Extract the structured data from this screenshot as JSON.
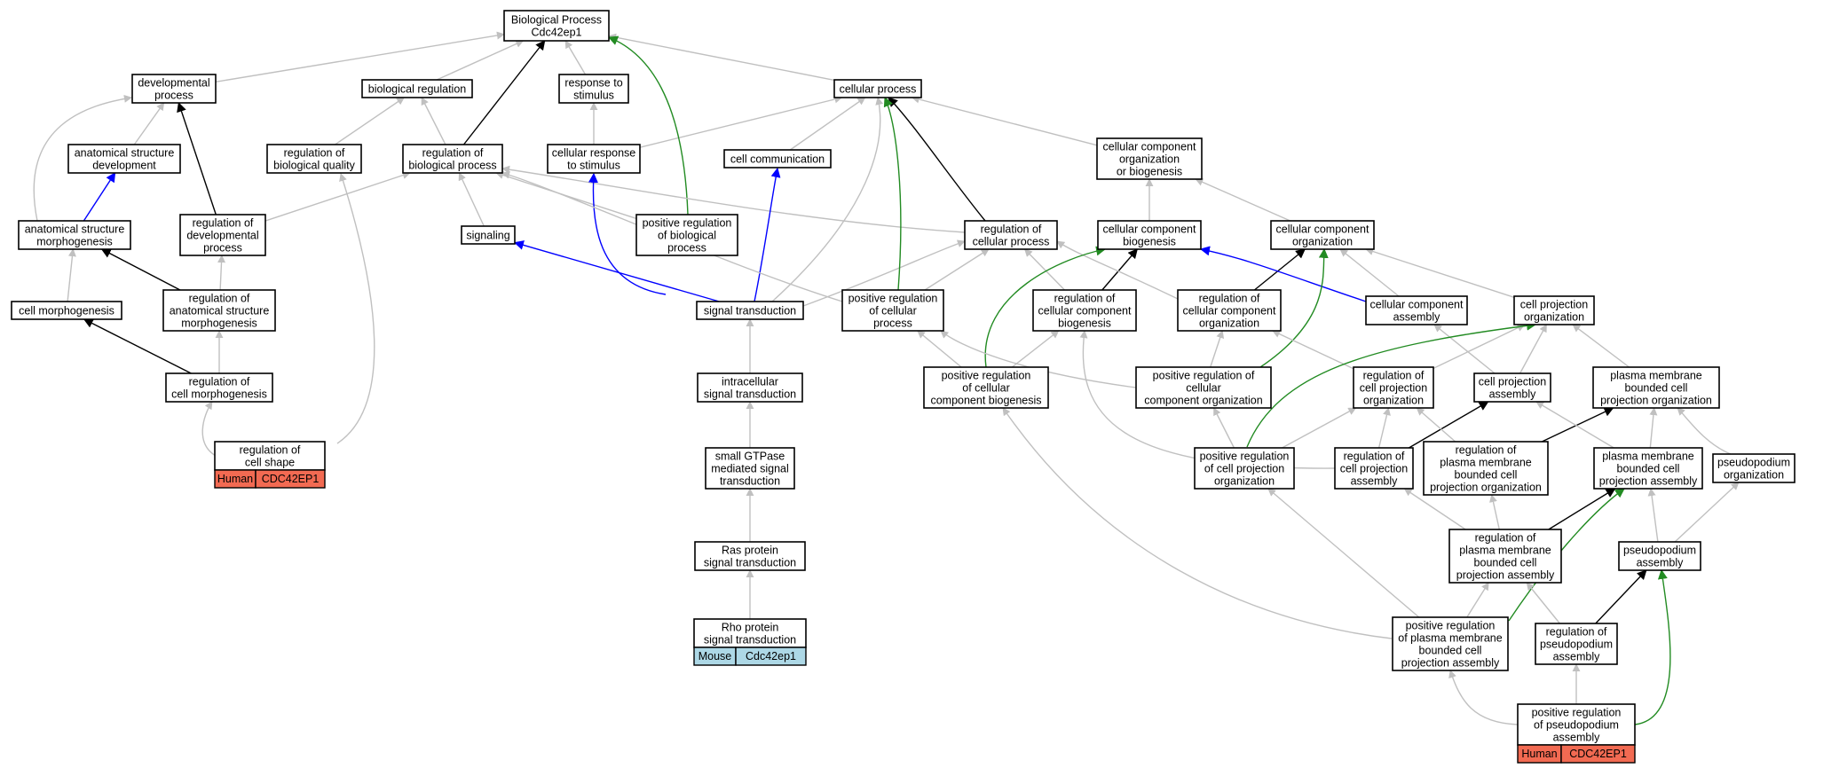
{
  "colors": {
    "is_a": "#c0c0c0",
    "part_of": "#000000",
    "regulates": "#0000ff",
    "positively_regulates": "#228b22",
    "human_tag": "#f26a52",
    "mouse_tag": "#add8e6"
  },
  "nodes": {
    "bp": {
      "lines": [
        "Biological Process",
        "Cdc42ep1"
      ]
    },
    "dev": {
      "lines": [
        "developmental",
        "process"
      ]
    },
    "bioreg": {
      "lines": [
        "biological regulation"
      ]
    },
    "resp": {
      "lines": [
        "response to",
        "stimulus"
      ]
    },
    "cellproc": {
      "lines": [
        "cellular process"
      ]
    },
    "asd": {
      "lines": [
        "anatomical structure",
        "development"
      ]
    },
    "regbq": {
      "lines": [
        "regulation of",
        "biological quality"
      ]
    },
    "regbp": {
      "lines": [
        "regulation of",
        "biological process"
      ]
    },
    "cellresp": {
      "lines": [
        "cellular response",
        "to stimulus"
      ]
    },
    "cellcomm": {
      "lines": [
        "cell communication"
      ]
    },
    "ccob": {
      "lines": [
        "cellular component",
        "organization",
        "or biogenesis"
      ]
    },
    "asm": {
      "lines": [
        "anatomical structure",
        "morphogenesis"
      ]
    },
    "regdev": {
      "lines": [
        "regulation of",
        "developmental",
        "process"
      ]
    },
    "signaling": {
      "lines": [
        "signaling"
      ]
    },
    "posregbp": {
      "lines": [
        "positive regulation",
        "of biological",
        "process"
      ]
    },
    "regcp": {
      "lines": [
        "regulation of",
        "cellular process"
      ]
    },
    "ccb": {
      "lines": [
        "cellular component",
        "biogenesis"
      ]
    },
    "cco": {
      "lines": [
        "cellular component",
        "organization"
      ]
    },
    "cellmorph": {
      "lines": [
        "cell morphogenesis"
      ]
    },
    "regasm": {
      "lines": [
        "regulation of",
        "anatomical structure",
        "morphogenesis"
      ]
    },
    "sigtrans": {
      "lines": [
        "signal transduction"
      ]
    },
    "posregcp": {
      "lines": [
        "positive regulation",
        "of cellular",
        "process"
      ]
    },
    "regccb": {
      "lines": [
        "regulation of",
        "cellular component",
        "biogenesis"
      ]
    },
    "regcco": {
      "lines": [
        "regulation of",
        "cellular component",
        "organization"
      ]
    },
    "cca": {
      "lines": [
        "cellular component",
        "assembly"
      ]
    },
    "cpo": {
      "lines": [
        "cell projection",
        "organization"
      ]
    },
    "regcm": {
      "lines": [
        "regulation of",
        "cell morphogenesis"
      ]
    },
    "intra": {
      "lines": [
        "intracellular",
        "signal transduction"
      ]
    },
    "posregccb": {
      "lines": [
        "positive regulation",
        "of cellular",
        "component biogenesis"
      ]
    },
    "posregcco": {
      "lines": [
        "positive regulation of",
        "cellular",
        "component organization"
      ]
    },
    "regcpo": {
      "lines": [
        "regulation of",
        "cell projection",
        "organization"
      ]
    },
    "cpa": {
      "lines": [
        "cell projection",
        "assembly"
      ]
    },
    "pmbcpo": {
      "lines": [
        "plasma membrane",
        "bounded cell",
        "projection organization"
      ]
    },
    "regshape": {
      "lines": [
        "regulation of",
        "cell shape"
      ]
    },
    "gtpase": {
      "lines": [
        "small GTPase",
        "mediated signal",
        "transduction"
      ]
    },
    "posregcpo": {
      "lines": [
        "positive regulation",
        "of cell projection",
        "organization"
      ]
    },
    "regcpa": {
      "lines": [
        "regulation of",
        "cell projection",
        "assembly"
      ]
    },
    "regpmbcpo": {
      "lines": [
        "regulation of",
        "plasma membrane",
        "bounded cell",
        "projection organization"
      ]
    },
    "pmbcpa": {
      "lines": [
        "plasma membrane",
        "bounded cell",
        "projection assembly"
      ]
    },
    "pseudoorg": {
      "lines": [
        "pseudopodium",
        "organization"
      ]
    },
    "ras": {
      "lines": [
        "Ras protein",
        "signal transduction"
      ]
    },
    "regpmbcpa": {
      "lines": [
        "regulation of",
        "plasma membrane",
        "bounded cell",
        "projection assembly"
      ]
    },
    "pseudoasm": {
      "lines": [
        "pseudopodium",
        "assembly"
      ]
    },
    "rho": {
      "lines": [
        "Rho protein",
        "signal transduction"
      ]
    },
    "posregpmbcpa": {
      "lines": [
        "positive regulation",
        "of plasma membrane",
        "bounded cell",
        "projection assembly"
      ]
    },
    "regpseudo": {
      "lines": [
        "regulation of",
        "pseudopodium",
        "assembly"
      ]
    },
    "posregpseudo": {
      "lines": [
        "positive regulation",
        "of pseudopodium",
        "assembly"
      ]
    }
  },
  "annotations": {
    "regshape": {
      "species": "Human",
      "gene": "CDC42EP1"
    },
    "rho": {
      "species": "Mouse",
      "gene": "Cdc42ep1"
    },
    "posregpseudo": {
      "species": "Human",
      "gene": "CDC42EP1"
    }
  },
  "edges": [
    {
      "from": "dev",
      "to": "bp",
      "type": "is_a"
    },
    {
      "from": "bioreg",
      "to": "bp",
      "type": "is_a"
    },
    {
      "from": "resp",
      "to": "bp",
      "type": "is_a"
    },
    {
      "from": "cellproc",
      "to": "bp",
      "type": "is_a"
    },
    {
      "from": "asd",
      "to": "dev",
      "type": "is_a"
    },
    {
      "from": "asm",
      "to": "dev",
      "type": "is_a"
    },
    {
      "from": "regbq",
      "to": "bioreg",
      "type": "is_a"
    },
    {
      "from": "regbp",
      "to": "bioreg",
      "type": "is_a"
    },
    {
      "from": "regbp",
      "to": "bp",
      "type": "regulates_black"
    },
    {
      "from": "cellresp",
      "to": "resp",
      "type": "is_a"
    },
    {
      "from": "cellresp",
      "to": "cellproc",
      "type": "is_a"
    },
    {
      "from": "cellcomm",
      "to": "cellproc",
      "type": "is_a"
    },
    {
      "from": "ccob",
      "to": "cellproc",
      "type": "is_a"
    },
    {
      "from": "asm",
      "to": "asd",
      "type": "regulates"
    },
    {
      "from": "regdev",
      "to": "dev",
      "type": "part_of"
    },
    {
      "from": "regdev",
      "to": "regbp",
      "type": "is_a"
    },
    {
      "from": "signaling",
      "to": "regbp",
      "type": "is_a"
    },
    {
      "from": "posregbp",
      "to": "regbp",
      "type": "is_a"
    },
    {
      "from": "posregbp",
      "to": "bp",
      "type": "positively_regulates"
    },
    {
      "from": "regcp",
      "to": "regbp",
      "type": "is_a"
    },
    {
      "from": "regcp",
      "to": "cellproc",
      "type": "part_of"
    },
    {
      "from": "ccb",
      "to": "ccob",
      "type": "is_a"
    },
    {
      "from": "cco",
      "to": "ccob",
      "type": "is_a"
    },
    {
      "from": "cellmorph",
      "to": "asm",
      "type": "is_a"
    },
    {
      "from": "regasm",
      "to": "asm",
      "type": "part_of"
    },
    {
      "from": "regasm",
      "to": "regdev",
      "type": "is_a"
    },
    {
      "from": "sigtrans",
      "to": "signaling",
      "type": "regulates"
    },
    {
      "from": "sigtrans",
      "to": "cellresp",
      "type": "regulates"
    },
    {
      "from": "sigtrans",
      "to": "cellcomm",
      "type": "regulates"
    },
    {
      "from": "sigtrans",
      "to": "cellproc",
      "type": "is_a"
    },
    {
      "from": "sigtrans",
      "to": "regcp",
      "type": "is_a"
    },
    {
      "from": "posregcp",
      "to": "regcp",
      "type": "is_a"
    },
    {
      "from": "posregcp",
      "to": "cellproc",
      "type": "positively_regulates"
    },
    {
      "from": "posregcp",
      "to": "regbp",
      "type": "is_a"
    },
    {
      "from": "regccb",
      "to": "regcp",
      "type": "is_a"
    },
    {
      "from": "regccb",
      "to": "ccb",
      "type": "part_of"
    },
    {
      "from": "regcco",
      "to": "regcp",
      "type": "is_a"
    },
    {
      "from": "regcco",
      "to": "cco",
      "type": "part_of"
    },
    {
      "from": "cca",
      "to": "ccb",
      "type": "regulates"
    },
    {
      "from": "cca",
      "to": "cco",
      "type": "is_a"
    },
    {
      "from": "cpo",
      "to": "cco",
      "type": "is_a"
    },
    {
      "from": "regcm",
      "to": "cellmorph",
      "type": "part_of"
    },
    {
      "from": "regcm",
      "to": "regasm",
      "type": "is_a"
    },
    {
      "from": "intra",
      "to": "sigtrans",
      "type": "is_a"
    },
    {
      "from": "posregccb",
      "to": "posregcp",
      "type": "is_a"
    },
    {
      "from": "posregccb",
      "to": "regccb",
      "type": "is_a"
    },
    {
      "from": "posregccb",
      "to": "ccb",
      "type": "positively_regulates"
    },
    {
      "from": "posregcco",
      "to": "posregcp",
      "type": "is_a"
    },
    {
      "from": "posregcco",
      "to": "regcco",
      "type": "is_a"
    },
    {
      "from": "posregcco",
      "to": "cco",
      "type": "positively_regulates"
    },
    {
      "from": "regcpo",
      "to": "regcco",
      "type": "is_a"
    },
    {
      "from": "regcpo",
      "to": "cpo",
      "type": "part_of_gray"
    },
    {
      "from": "cpa",
      "to": "cpo",
      "type": "is_a"
    },
    {
      "from": "cpa",
      "to": "cca",
      "type": "is_a"
    },
    {
      "from": "pmbcpo",
      "to": "cpo",
      "type": "is_a"
    },
    {
      "from": "regshape",
      "to": "regcm",
      "type": "is_a"
    },
    {
      "from": "regshape",
      "to": "regbq",
      "type": "is_a"
    },
    {
      "from": "gtpase",
      "to": "intra",
      "type": "is_a"
    },
    {
      "from": "posregcpo",
      "to": "regcpo",
      "type": "is_a"
    },
    {
      "from": "posregcpo",
      "to": "posregcco",
      "type": "is_a"
    },
    {
      "from": "posregcpo",
      "to": "cpo",
      "type": "positively_regulates"
    },
    {
      "from": "regcpa",
      "to": "regcpo",
      "type": "is_a"
    },
    {
      "from": "regcpa",
      "to": "cpa",
      "type": "part_of"
    },
    {
      "from": "regcpa",
      "to": "regccb",
      "type": "is_a"
    },
    {
      "from": "regpmbcpo",
      "to": "regcpo",
      "type": "is_a"
    },
    {
      "from": "regpmbcpo",
      "to": "pmbcpo",
      "type": "part_of"
    },
    {
      "from": "pmbcpa",
      "to": "cpa",
      "type": "is_a"
    },
    {
      "from": "pmbcpa",
      "to": "pmbcpo",
      "type": "is_a"
    },
    {
      "from": "pseudoorg",
      "to": "pmbcpo",
      "type": "is_a"
    },
    {
      "from": "ras",
      "to": "gtpase",
      "type": "is_a"
    },
    {
      "from": "regpmbcpa",
      "to": "regcpa",
      "type": "is_a"
    },
    {
      "from": "regpmbcpa",
      "to": "regpmbcpo",
      "type": "is_a"
    },
    {
      "from": "regpmbcpa",
      "to": "pmbcpa",
      "type": "part_of"
    },
    {
      "from": "pseudoasm",
      "to": "pmbcpa",
      "type": "is_a"
    },
    {
      "from": "pseudoasm",
      "to": "pseudoorg",
      "type": "is_a"
    },
    {
      "from": "rho",
      "to": "ras",
      "type": "is_a"
    },
    {
      "from": "posregpmbcpa",
      "to": "regpmbcpa",
      "type": "is_a"
    },
    {
      "from": "posregpmbcpa",
      "to": "posregcpo",
      "type": "is_a"
    },
    {
      "from": "posregpmbcpa",
      "to": "posregccb",
      "type": "is_a"
    },
    {
      "from": "posregpmbcpa",
      "to": "pmbcpa",
      "type": "positively_regulates"
    },
    {
      "from": "regpseudo",
      "to": "regpmbcpa",
      "type": "is_a"
    },
    {
      "from": "regpseudo",
      "to": "pseudoasm",
      "type": "part_of"
    },
    {
      "from": "posregpseudo",
      "to": "regpseudo",
      "type": "is_a"
    },
    {
      "from": "posregpseudo",
      "to": "posregpmbcpa",
      "type": "is_a"
    },
    {
      "from": "posregpseudo",
      "to": "pseudoasm",
      "type": "positively_regulates"
    }
  ]
}
